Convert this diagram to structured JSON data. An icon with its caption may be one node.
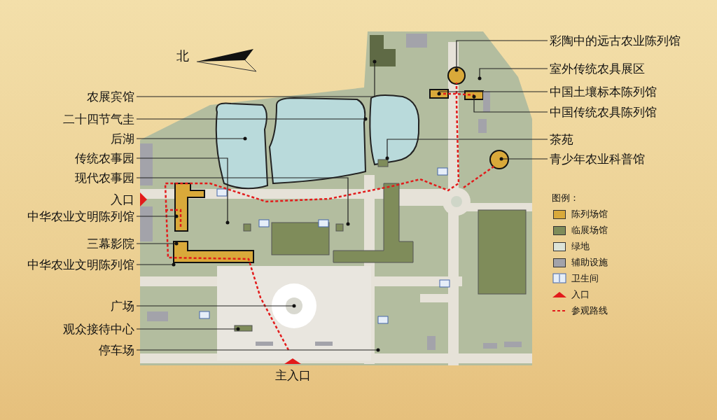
{
  "diagram": {
    "nodes": [
      {
        "text": [
          "农展宾馆"
        ]
      },
      {
        "text": [
          "二十四节气圭"
        ]
      },
      {
        "text": [
          "后湖"
        ]
      },
      {
        "text": [
          "传统农事园"
        ]
      },
      {
        "text": [
          "现代农事园"
        ]
      },
      {
        "text": [
          "中华农业文明陈列馆"
        ]
      },
      {
        "text": [
          "三幕影院"
        ]
      },
      {
        "text": [
          "中华农业文明陈列馆"
        ]
      },
      {
        "text": [
          "广场"
        ]
      },
      {
        "text": [
          "观众接待中心"
        ]
      },
      {
        "text": [
          "停车场"
        ]
      },
      {
        "text": [
          "彩陶中的远古农业陈列馆"
        ]
      },
      {
        "text": [
          "室外传统农具展区"
        ]
      },
      {
        "text": [
          "中国土壤标本陈列馆"
        ]
      },
      {
        "text": [
          "中国传统农具陈列馆"
        ]
      },
      {
        "text": [
          "茶苑"
        ]
      },
      {
        "text": [
          "青少年农业科普馆"
        ]
      }
    ],
    "edges": [
      {
        "from": 0,
        "to": null,
        "arrow": "other"
      },
      {
        "from": 1,
        "to": null,
        "arrow": "other"
      },
      {
        "from": 2,
        "to": null,
        "arrow": "other"
      },
      {
        "from": 3,
        "to": null,
        "arrow": "other"
      },
      {
        "from": 4,
        "to": null,
        "arrow": "other"
      },
      {
        "from": 5,
        "to": null,
        "arrow": "other"
      },
      {
        "from": 6,
        "to": null,
        "arrow": "other"
      },
      {
        "from": 7,
        "to": null,
        "arrow": "other"
      },
      {
        "from": 8,
        "to": null,
        "arrow": "other"
      },
      {
        "from": 9,
        "to": null,
        "arrow": "other"
      },
      {
        "from": 10,
        "to": null,
        "arrow": "other"
      },
      {
        "from": 11,
        "to": null,
        "arrow": "other"
      },
      {
        "from": 12,
        "to": null,
        "arrow": "other"
      },
      {
        "from": 13,
        "to": null,
        "arrow": "other"
      },
      {
        "from": 14,
        "to": null,
        "arrow": "other"
      },
      {
        "from": 15,
        "to": null,
        "arrow": "other"
      },
      {
        "from": 16,
        "to": null,
        "arrow": "other"
      }
    ],
    "labels": [
      "北",
      "入口",
      "主入口",
      "图例："
    ],
    "legend": [
      {
        "text": "陈列场馆",
        "color": "#d9a93a"
      },
      {
        "text": "临展场馆",
        "color": "#7f8c5a"
      },
      {
        "text": "绿地",
        "color": "#dde4d8"
      },
      {
        "text": "辅助设施",
        "color": "#a3a3aa"
      },
      {
        "text": "卫生间"
      },
      {
        "text": "入口"
      },
      {
        "text": "参观路线"
      }
    ]
  }
}
